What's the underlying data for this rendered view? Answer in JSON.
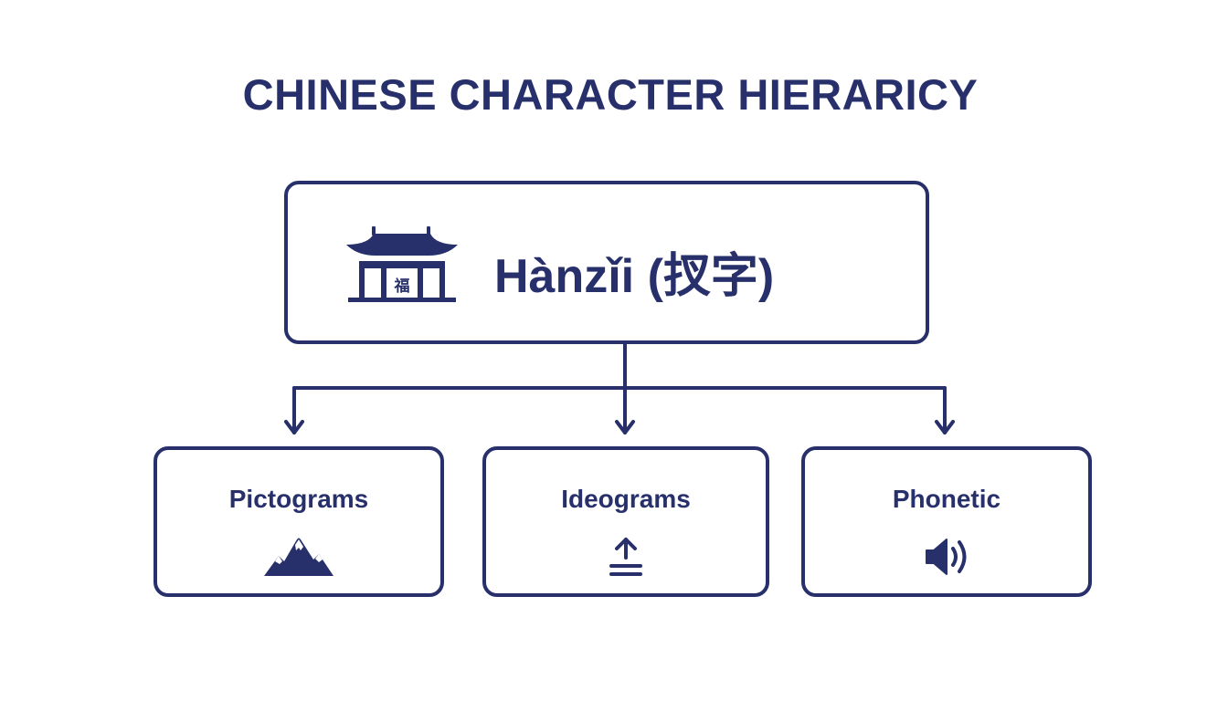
{
  "title": "CHINESE CHARACTER HIERARICY",
  "root": {
    "label": "Hànzǐi (扠字)",
    "icon": "temple-icon",
    "icon_glyph": "福"
  },
  "children": [
    {
      "label": "Pictograms",
      "icon": "mountain-icon"
    },
    {
      "label": "Ideograms",
      "icon": "arrow-up-equals-icon"
    },
    {
      "label": "Phonetic",
      "icon": "speaker-icon"
    }
  ],
  "colors": {
    "primary": "#27306b",
    "background": "#ffffff"
  }
}
